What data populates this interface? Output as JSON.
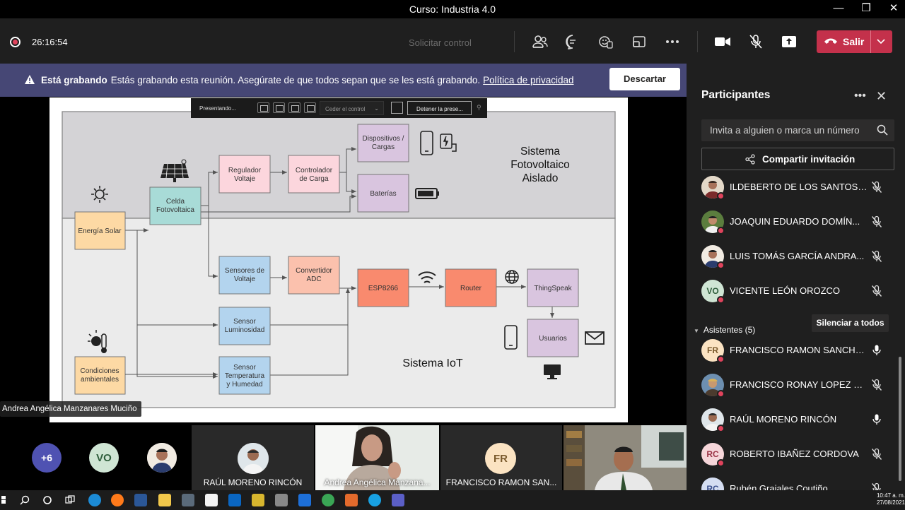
{
  "window": {
    "title": "Curso: Industria 4.0",
    "minimize_glyph": "—",
    "maximize_glyph": "❐",
    "close_glyph": "✕"
  },
  "meeting": {
    "timer": "26:16:54",
    "request_control_label": "Solicitar control",
    "leave_label": "Salir",
    "toolbar_icons": [
      "participants-icon",
      "chat-icon",
      "reactions-icon",
      "rooms-icon",
      "more-icon",
      "camera-icon",
      "mic-off-icon",
      "share-icon"
    ]
  },
  "banner": {
    "title": "Está grabando",
    "text": "Estás grabando esta reunión. Asegúrate de que todos sepan que se les está grabando.",
    "link": "Política de privacidad",
    "dismiss_label": "Descartar"
  },
  "presenter_toolbar": {
    "status": "Presentando...",
    "give_control": "Ceder el control",
    "stop": "Detener la prese..."
  },
  "diagram": {
    "pv_title": [
      "Sistema",
      "Fotovoltaico",
      "Aislado"
    ],
    "iot_title": "Sistema IoT",
    "nodes": {
      "energia": "Energía Solar",
      "celda": [
        "Celda",
        "Fotovoltaica"
      ],
      "regulador": [
        "Regulador",
        "Voltaje"
      ],
      "controlador": [
        "Controlador",
        "de Carga"
      ],
      "dispositivos": [
        "Dispositivos /",
        "Cargas"
      ],
      "baterias": "Baterías",
      "sens_volt": [
        "Sensores de",
        "Voltaje"
      ],
      "convertidor": [
        "Convertidor",
        "ADC"
      ],
      "esp": "ESP8266",
      "router": "Router",
      "thingspeak": "ThingSpeak",
      "usuarios": "Usuarios",
      "sens_lum": [
        "Sensor",
        "Luminosidad"
      ],
      "condiciones": [
        "Condiciones",
        "ambientales"
      ],
      "sens_temp": [
        "Sensor",
        "Temperatura",
        "y Humedad"
      ]
    }
  },
  "speaker_label": "Andrea Angélica Manzanares Muciño",
  "video_strip": {
    "overflow": "+6",
    "avatar_vo": "VO",
    "tiles": [
      {
        "name": "RAÚL MORENO RINCÓN"
      },
      {
        "name": "Andrea Angélica Manzana..."
      },
      {
        "name": "FRANCISCO RAMON SAN...",
        "initials": "FR"
      }
    ]
  },
  "panel": {
    "title": "Participantes",
    "invite_placeholder": "Invita a alguien o marca un número",
    "share_label": "Compartir invitación",
    "organizers": [
      {
        "name": "ILDEBERTO DE LOS SANTOS R...",
        "mic": "off",
        "avatar": "photo"
      },
      {
        "name": "JOAQUIN EDUARDO DOMÍN...",
        "mic": "off",
        "avatar": "photo"
      },
      {
        "name": "LUIS TOMÁS GARCÍA ANDRA...",
        "mic": "off",
        "avatar": "photo"
      },
      {
        "name": "VICENTE LEÓN OROZCO",
        "mic": "off",
        "avatar": "initials",
        "initials": "VO"
      }
    ],
    "attendees_label": "Asistentes (5)",
    "mute_all_label": "Silenciar a todos",
    "attendees": [
      {
        "name": "FRANCISCO RAMON SANCHE...",
        "mic": "on",
        "avatar": "initials",
        "initials": "FR"
      },
      {
        "name": "FRANCISCO RONAY LOPEZ ES...",
        "mic": "off",
        "avatar": "photo"
      },
      {
        "name": "RAÚL MORENO RINCÓN",
        "mic": "on",
        "avatar": "photo"
      },
      {
        "name": "ROBERTO IBAÑEZ CORDOVA",
        "mic": "off",
        "avatar": "initials",
        "initials": "RC"
      },
      {
        "name": "Rubén Grajales Coutiño",
        "mic": "off",
        "avatar": "initials",
        "initials": "RC"
      }
    ]
  },
  "taskbar": {
    "time": "10:47 a. m.",
    "date": "27/08/2021"
  }
}
